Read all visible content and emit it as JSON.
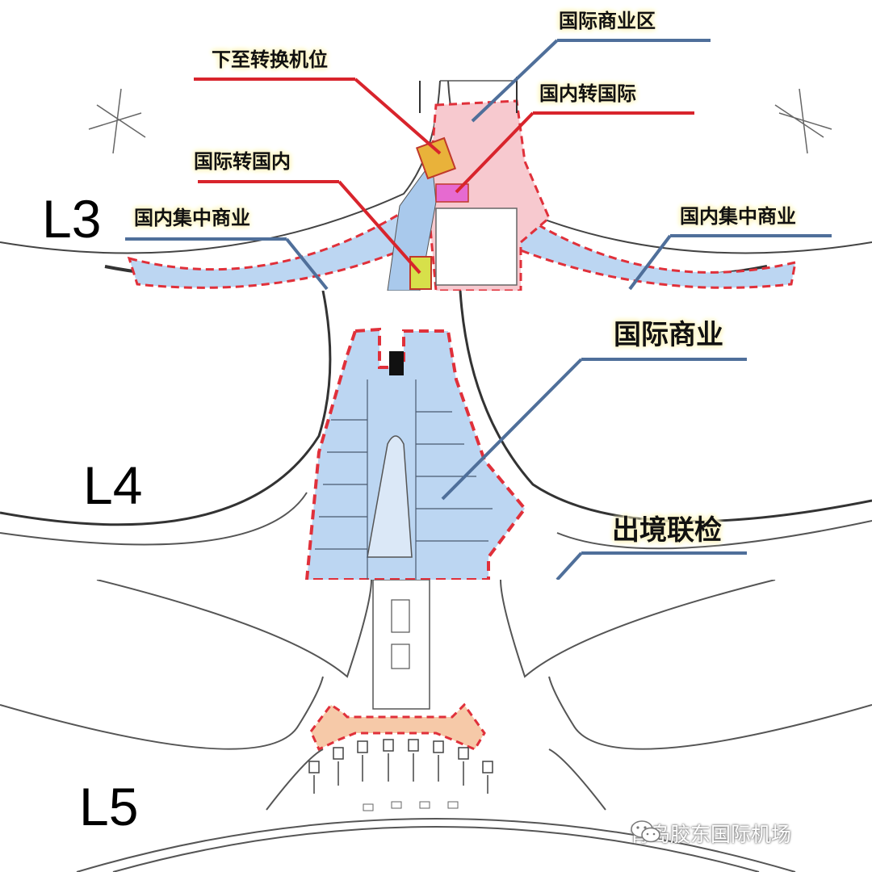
{
  "levels": {
    "l3": "L3",
    "l4": "L4",
    "l5": "L5"
  },
  "callouts": {
    "intl_commercial_zone": "国际商业区",
    "down_to_transfer_stand": "下至转换机位",
    "domestic_to_intl": "国内转国际",
    "intl_to_domestic": "国际转国内",
    "domestic_central_commercial_left": "国内集中商业",
    "domestic_central_commercial_right": "国内集中商业",
    "intl_commercial": "国际商业",
    "departure_joint_inspection": "出境联检"
  },
  "watermark": {
    "text": "青岛胶东国际机场"
  },
  "colors": {
    "red_zone": "#e0303a",
    "pink_fill": "#f7c9cf",
    "blue_fill": "#bcd6f2",
    "red_leader": "#d8242c",
    "blue_leader": "#4f6f9a",
    "orange_fill": "#f6c9a8",
    "label_glow": "#fff6c8"
  }
}
